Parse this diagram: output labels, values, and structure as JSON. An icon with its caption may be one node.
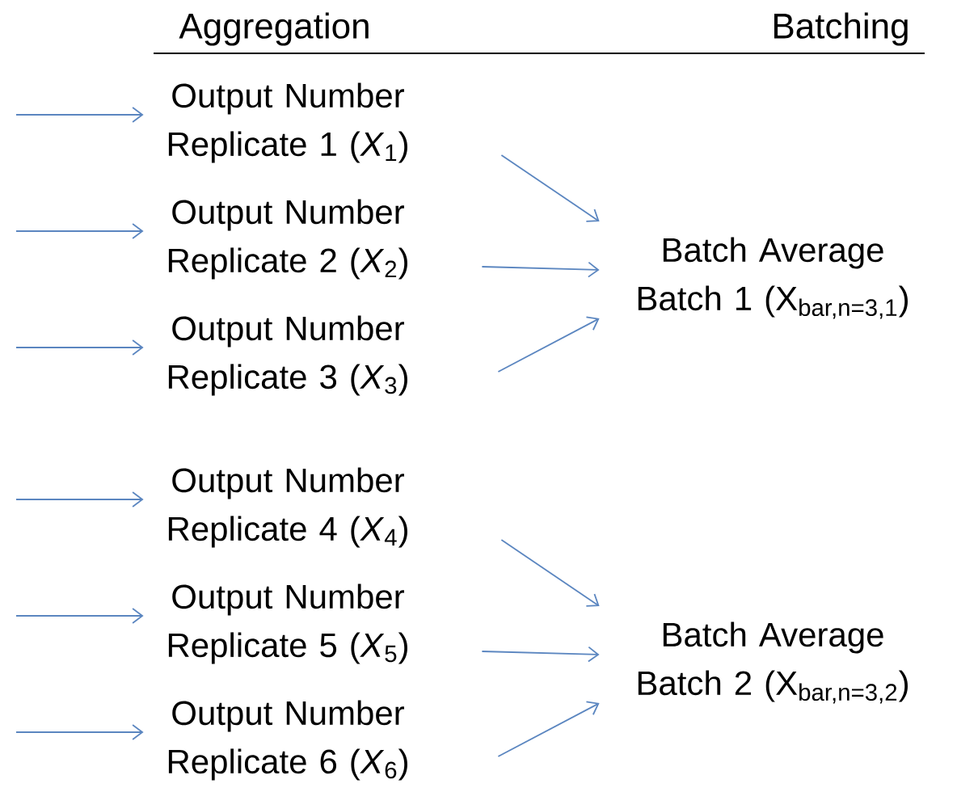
{
  "diagram": {
    "nodes": [
      {
        "text": [
          "Output Number Replicate 1 (*X*$_{1}$)"
        ]
      },
      {
        "text": [
          "Output Number Replicate 2 (*X*$_{2}$)"
        ]
      },
      {
        "text": [
          "Output Number Replicate 3 (*X*$_{3}$)"
        ]
      },
      {
        "text": [
          "Batch Average Batch 1 (X$_{bar,n=3,1}$)"
        ]
      },
      {
        "text": [
          "Output Number Replicate 4 (*X*$_{4}$)"
        ]
      },
      {
        "text": [
          "Output Number Replicate 5 (*X*$_{5}$)"
        ]
      },
      {
        "text": [
          "Output Number Replicate 6 (*X*$_{6}$)"
        ]
      },
      {
        "text": [
          "Batch Average Batch 2 (X$_{bar,n=3,2}$)"
        ]
      }
    ],
    "edges": [
      {
        "from": null,
        "to": 0,
        "arrow": "to"
      },
      {
        "from": null,
        "to": 1,
        "arrow": "to"
      },
      {
        "from": null,
        "to": 2,
        "arrow": "to"
      },
      {
        "from": null,
        "to": 4,
        "arrow": "to"
      },
      {
        "from": null,
        "to": 5,
        "arrow": "to"
      },
      {
        "from": null,
        "to": 6,
        "arrow": "to"
      },
      {
        "from": 0,
        "to": 3,
        "arrow": "to"
      },
      {
        "from": 1,
        "to": 3,
        "arrow": "to"
      },
      {
        "from": 2,
        "to": 3,
        "arrow": "to"
      },
      {
        "from": 4,
        "to": 7,
        "arrow": "to"
      },
      {
        "from": 5,
        "to": 7,
        "arrow": "to"
      },
      {
        "from": 6,
        "to": 7,
        "arrow": "to"
      }
    ],
    "labels": [
      "Aggregation",
      "Batching"
    ]
  }
}
